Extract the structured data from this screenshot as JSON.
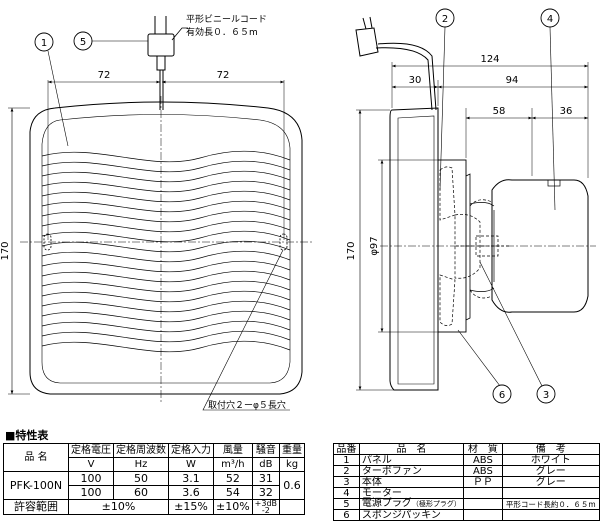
{
  "labels": {
    "cord_note_line1": "平形ビニールコード",
    "cord_note_line2": "有効長０．６５m",
    "hole_note": "取付穴２ーφ５長穴",
    "spec_title": "■特性表"
  },
  "callouts": [
    "1",
    "5",
    "2",
    "4",
    "6",
    "3"
  ],
  "dimensions": {
    "front_left_width": "72",
    "front_right_width": "72",
    "front_height": "170",
    "side_total_depth": "124",
    "side_grille_depth": "30",
    "side_body_depth": "94",
    "side_mid_depth": "58",
    "side_motor_depth": "36",
    "side_height": "170",
    "side_duct_diameter": "φ97"
  },
  "spec_table": {
    "head_model_label": "品 名",
    "head_voltage": "定格電圧",
    "head_voltage_unit": "V",
    "head_frequency": "定格周波数",
    "head_frequency_unit": "Hz",
    "head_power": "定格入力",
    "head_power_unit": "W",
    "head_airflow": "風量",
    "head_airflow_unit": "m³/h",
    "head_noise": "騒音",
    "head_noise_unit": "dB",
    "head_weight": "重量",
    "head_weight_unit": "kg",
    "model": "PFK-100N",
    "rows": [
      {
        "voltage": "100",
        "frequency": "50",
        "power": "3.1",
        "airflow": "52",
        "noise": "31"
      },
      {
        "voltage": "100",
        "frequency": "60",
        "power": "3.6",
        "airflow": "54",
        "noise": "32"
      }
    ],
    "weight": "0.6",
    "tolerance_label": "許容範囲",
    "tolerance_voltage": "±10%",
    "tolerance_power": "±15%",
    "tolerance_airflow": "±10%",
    "tolerance_noise_plus": "+3",
    "tolerance_noise_minus": "-2",
    "tolerance_noise_unit": "dB"
  },
  "parts_table": {
    "head_no": "品番",
    "head_name": "品　名",
    "head_material": "材　質",
    "head_remarks": "備　考",
    "rows": [
      {
        "no": "1",
        "name": "パネル",
        "material": "ABS",
        "remarks": "ホワイト"
      },
      {
        "no": "2",
        "name": "ターボファン",
        "material": "ABS",
        "remarks": "グレー"
      },
      {
        "no": "3",
        "name": "本体",
        "material": "ＰＰ",
        "remarks": "グレー"
      },
      {
        "no": "4",
        "name": "モーター",
        "material": "",
        "remarks": ""
      },
      {
        "no": "5",
        "name": "電源プラグ",
        "name_note": "（極形プラグ）",
        "material": "",
        "remarks": "平形コード長約０．６５m"
      },
      {
        "no": "6",
        "name": "スポンジパッキン",
        "material": "",
        "remarks": ""
      }
    ]
  }
}
